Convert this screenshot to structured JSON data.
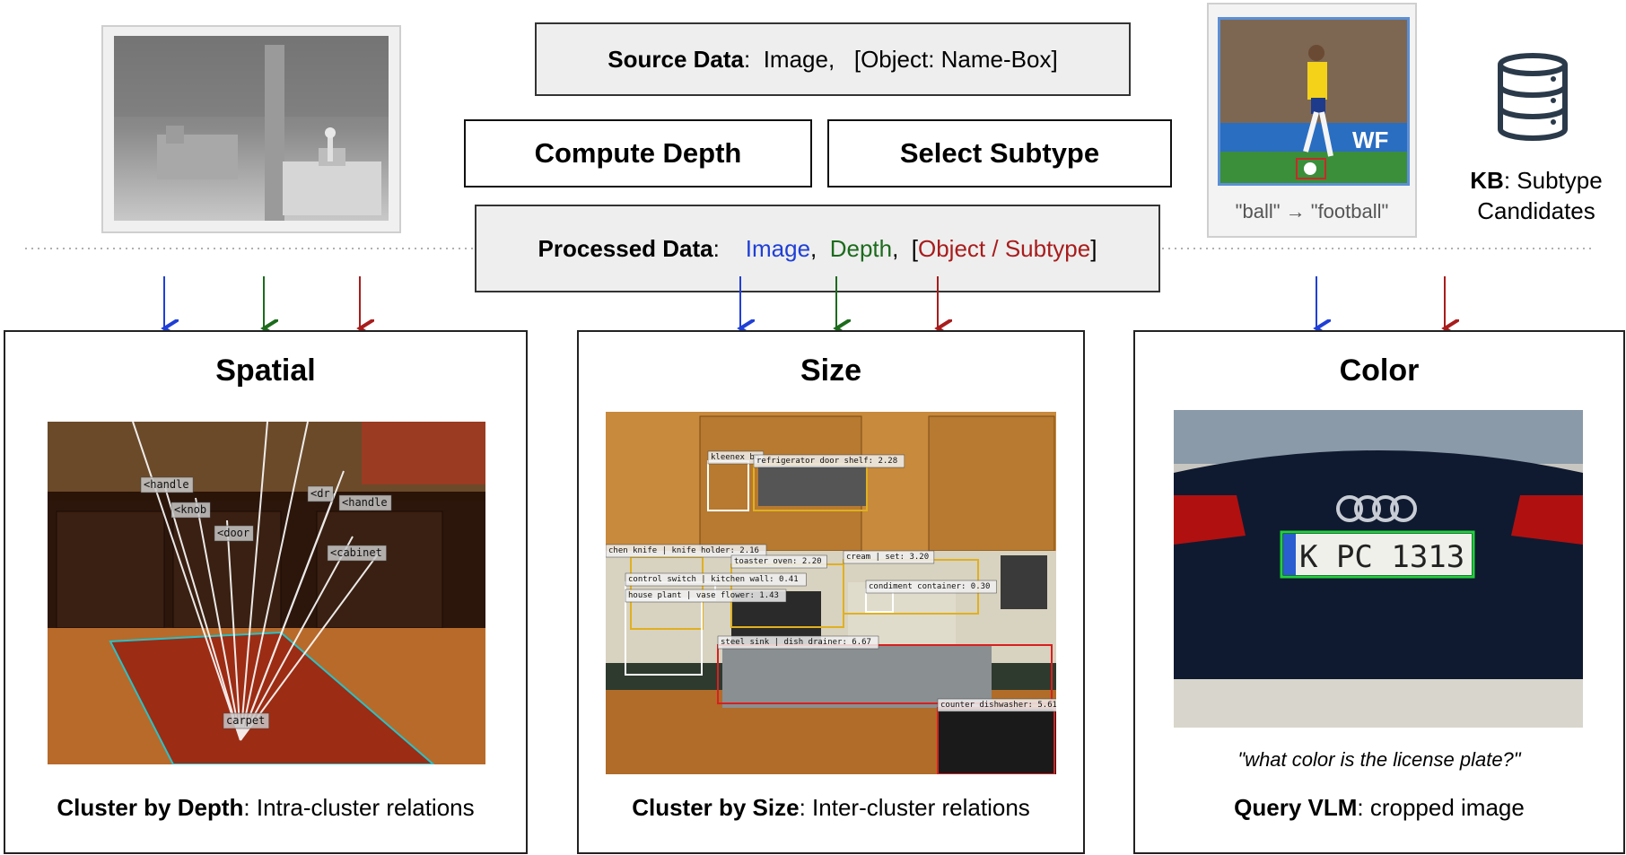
{
  "top": {
    "source": {
      "label": "Source Data",
      "items": "Image,   [Object: Name-Box]"
    },
    "compute_depth": "Compute Depth",
    "select_subtype": "Select Subtype",
    "processed": {
      "label": "Processed Data",
      "image": "Image",
      "depth": "Depth",
      "object_subtype": "Object / Subtype"
    },
    "ball_caption": "\"ball\" → \"football\"",
    "kb": {
      "label": "KB",
      "text": ": Subtype",
      "text2": "Candidates"
    }
  },
  "colors": {
    "image": "#1f3fd6",
    "depth": "#1c6b1c",
    "object": "#a81c1c"
  },
  "panels": {
    "spatial": {
      "title": "Spatial",
      "caption_bold": "Cluster by Depth",
      "caption_rest": ": Intra-cluster relations",
      "labels": [
        "<handle",
        "<knob",
        "<door",
        "<dr",
        "<handle",
        "<cabinet",
        "carpet"
      ]
    },
    "size": {
      "title": "Size",
      "caption_bold": "Cluster by Size",
      "caption_rest": ": Inter-cluster relations",
      "labels": [
        "kleenex bo",
        "refrigerator door shelf: 2.28",
        "chen knife | knife holder: 2.16",
        "toaster oven: 2.20",
        "cream | set: 3.20",
        "control switch | kitchen wall: 0.41",
        "condiment container: 0.30",
        "house plant | vase flower: 1.43",
        "steel sink | dish drainer: 6.67",
        "counter dishwasher: 5.61"
      ]
    },
    "color": {
      "title": "Color",
      "query": "\"what color is the license plate?\"",
      "caption_bold": "Query VLM",
      "caption_rest": ": cropped image",
      "plate": "K PC 1313"
    }
  }
}
